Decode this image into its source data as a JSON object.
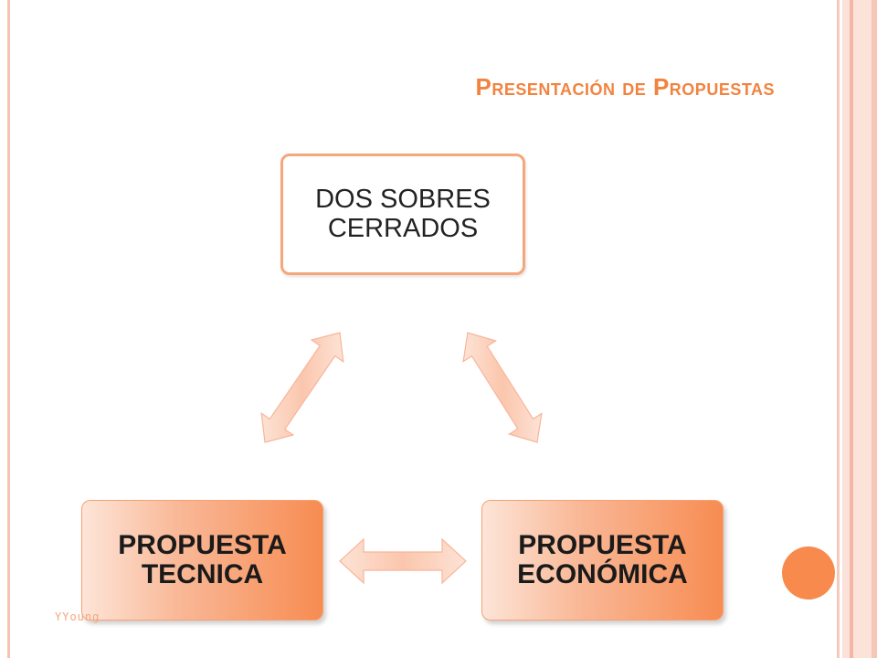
{
  "slide": {
    "title": "Presentación de  Propuestas",
    "watermark": "YYoung"
  },
  "diagram": {
    "nodes": [
      {
        "id": "top",
        "label_lines": [
          "DOS SOBRES",
          "CERRADOS"
        ]
      },
      {
        "id": "left",
        "label_lines": [
          "PROPUESTA",
          "TECNICA"
        ]
      },
      {
        "id": "right",
        "label_lines": [
          "PROPUESTA",
          "ECONÓMICA"
        ]
      }
    ],
    "connectors": [
      {
        "from": "top",
        "to": "left",
        "type": "double-arrow"
      },
      {
        "from": "top",
        "to": "right",
        "type": "double-arrow"
      },
      {
        "from": "left",
        "to": "right",
        "type": "double-arrow"
      }
    ]
  },
  "colors": {
    "accent": "#f2833f",
    "arrow_fill": "#fbcdb8",
    "arrow_stroke": "#f8b59a",
    "node_gradient_end": "#f78c52",
    "circle": "#f78a4c"
  }
}
